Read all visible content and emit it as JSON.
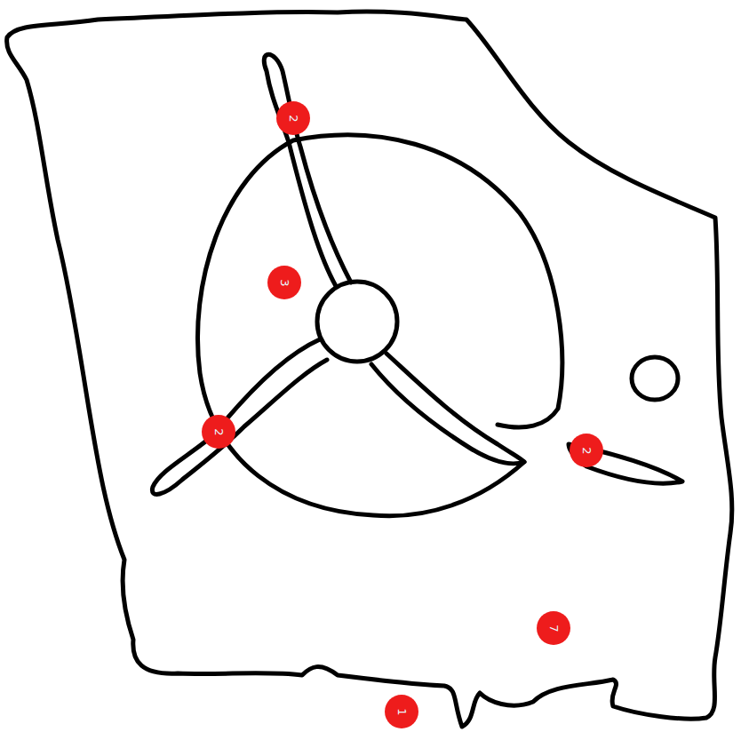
{
  "diagram": {
    "labels": [
      "2",
      "3",
      "2",
      "2",
      "7",
      "1"
    ]
  }
}
